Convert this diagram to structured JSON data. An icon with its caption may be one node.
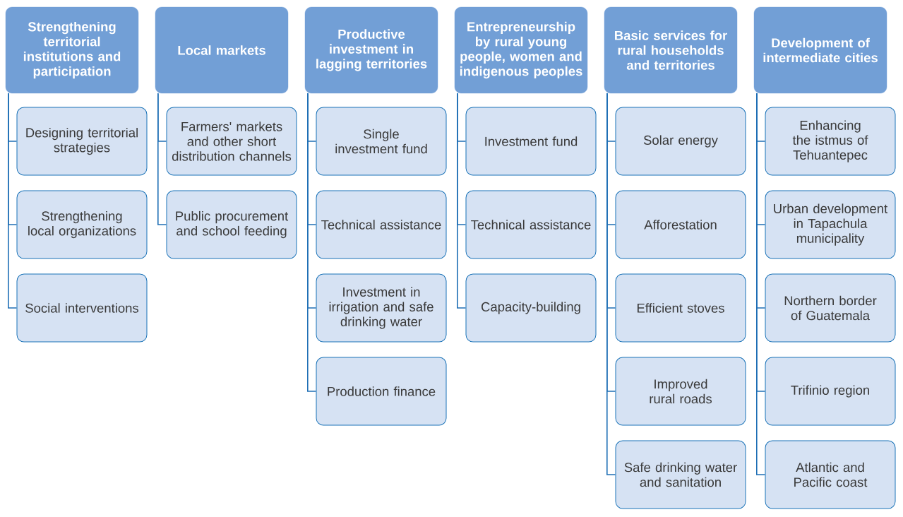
{
  "diagram": {
    "nodes": [
      {
        "text": [
          "Strengthening territorial institutions and participation"
        ]
      },
      {
        "text": [
          "Designing territorial strategies"
        ]
      },
      {
        "text": [
          "Strengthening local organizations"
        ]
      },
      {
        "text": [
          "Social interventions"
        ]
      },
      {
        "text": [
          "Local markets"
        ]
      },
      {
        "text": [
          "Farmers' markets and other short distribution channels"
        ]
      },
      {
        "text": [
          "Public procurement and school feeding"
        ]
      },
      {
        "text": [
          "Productive investment in lagging territories"
        ]
      },
      {
        "text": [
          "Single investment fund"
        ]
      },
      {
        "text": [
          "Technical assistance"
        ]
      },
      {
        "text": [
          "Investment in irrigation and safe drinking water"
        ]
      },
      {
        "text": [
          "Production finance"
        ]
      },
      {
        "text": [
          "Entrepreneurship by rural young people, women and indigenous peoples"
        ]
      },
      {
        "text": [
          "Investment fund"
        ]
      },
      {
        "text": [
          "Technical assistance"
        ]
      },
      {
        "text": [
          "Capacity-building"
        ]
      },
      {
        "text": [
          "Basic services for rural households and territories"
        ]
      },
      {
        "text": [
          "Solar energy"
        ]
      },
      {
        "text": [
          "Afforestation"
        ]
      },
      {
        "text": [
          "Efficient stoves"
        ]
      },
      {
        "text": [
          "Improved rural roads"
        ]
      },
      {
        "text": [
          "Safe drinking water and sanitation"
        ]
      },
      {
        "text": [
          "Development of intermediate cities"
        ]
      },
      {
        "text": [
          "Enhancing the istmus of Tehuantepec"
        ]
      },
      {
        "text": [
          "Urban development in Tapachula municipality"
        ]
      },
      {
        "text": [
          "Northern border of Guatemala"
        ]
      },
      {
        "text": [
          "Trifinio region"
        ]
      },
      {
        "text": [
          "Atlantic and Pacific coast"
        ]
      }
    ],
    "edges": [
      {
        "from": 0,
        "to": 1,
        "arrow": "none"
      },
      {
        "from": 0,
        "to": 2,
        "arrow": "none"
      },
      {
        "from": 0,
        "to": 3,
        "arrow": "none"
      },
      {
        "from": 4,
        "to": 5,
        "arrow": "none"
      },
      {
        "from": 4,
        "to": 6,
        "arrow": "none"
      },
      {
        "from": 7,
        "to": 8,
        "arrow": "none"
      },
      {
        "from": 7,
        "to": 9,
        "arrow": "none"
      },
      {
        "from": 7,
        "to": 10,
        "arrow": "none"
      },
      {
        "from": 7,
        "to": 11,
        "arrow": "none"
      },
      {
        "from": 12,
        "to": 13,
        "arrow": "none"
      },
      {
        "from": 12,
        "to": 14,
        "arrow": "none"
      },
      {
        "from": 12,
        "to": 15,
        "arrow": "none"
      },
      {
        "from": 16,
        "to": 17,
        "arrow": "none"
      },
      {
        "from": 16,
        "to": 18,
        "arrow": "none"
      },
      {
        "from": 16,
        "to": 19,
        "arrow": "none"
      },
      {
        "from": 16,
        "to": 20,
        "arrow": "none"
      },
      {
        "from": 16,
        "to": 21,
        "arrow": "none"
      },
      {
        "from": 22,
        "to": 23,
        "arrow": "none"
      },
      {
        "from": 22,
        "to": 24,
        "arrow": "none"
      },
      {
        "from": 22,
        "to": 25,
        "arrow": "none"
      },
      {
        "from": 22,
        "to": 26,
        "arrow": "none"
      },
      {
        "from": 22,
        "to": 27,
        "arrow": "none"
      }
    ]
  }
}
